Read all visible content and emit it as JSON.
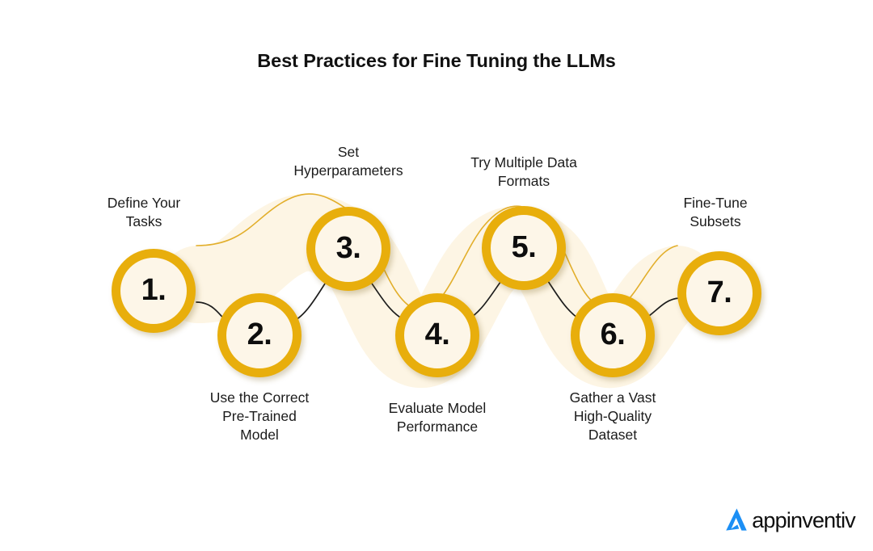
{
  "page": {
    "title": "Best Practices for Fine Tuning the LLMs",
    "background_color": "#FFFFFF"
  },
  "theme": {
    "ring_color": "#E8AE0C",
    "node_fill": "#FDF6E8",
    "band_fill": "#FDF5E4",
    "band_stroke": "#E2AE2A",
    "connector_line": "#1d1d1d",
    "text_color": "#1B1B1B",
    "logo_accent": "#1C8FF5"
  },
  "steps": [
    {
      "number": "1.",
      "label": "Define Your\nTasks",
      "position": "above"
    },
    {
      "number": "2.",
      "label": "Use the Correct\nPre-Trained\nModel",
      "position": "below"
    },
    {
      "number": "3.",
      "label": "Set\nHyperparameters",
      "position": "above"
    },
    {
      "number": "4.",
      "label": "Evaluate Model\nPerformance",
      "position": "below"
    },
    {
      "number": "5.",
      "label": "Try Multiple Data\nFormats",
      "position": "above"
    },
    {
      "number": "6.",
      "label": "Gather a Vast\nHigh-Quality\nDataset",
      "position": "below"
    },
    {
      "number": "7.",
      "label": "Fine-Tune\nSubsets",
      "position": "above"
    }
  ],
  "logo": {
    "name": "appinventiv",
    "mark": "a-chevron-icon"
  }
}
